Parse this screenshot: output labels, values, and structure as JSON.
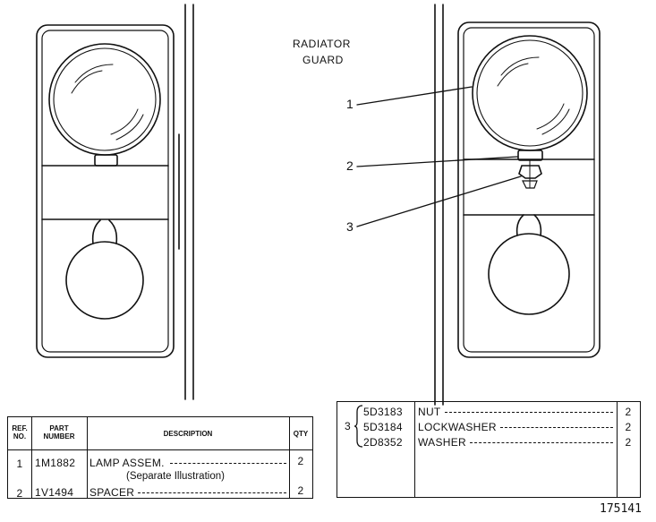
{
  "diagram": {
    "title_lines": [
      "RADIATOR",
      "GUARD"
    ],
    "callouts": [
      "1",
      "2",
      "3"
    ],
    "figure_number": "175141"
  },
  "parts_table_left": {
    "headers": {
      "ref_no_lines": [
        "REF.",
        "NO."
      ],
      "part_number_lines": [
        "PART",
        "NUMBER"
      ],
      "description": "DESCRIPTION",
      "qty": "QTY"
    },
    "rows": [
      {
        "ref": "1",
        "part": "1M1882",
        "description": "LAMP ASSEM.",
        "note": "(Separate Illustration)",
        "qty": "2"
      },
      {
        "ref": "2",
        "part": "1V1494",
        "description": "SPACER",
        "qty": "2"
      }
    ]
  },
  "parts_table_right": {
    "group_ref": "3",
    "rows": [
      {
        "part": "5D3183",
        "description": "NUT",
        "qty": "2"
      },
      {
        "part": "5D3184",
        "description": "LOCKWASHER",
        "qty": "2"
      },
      {
        "part": "2D8352",
        "description": "WASHER",
        "qty": "2"
      }
    ]
  }
}
